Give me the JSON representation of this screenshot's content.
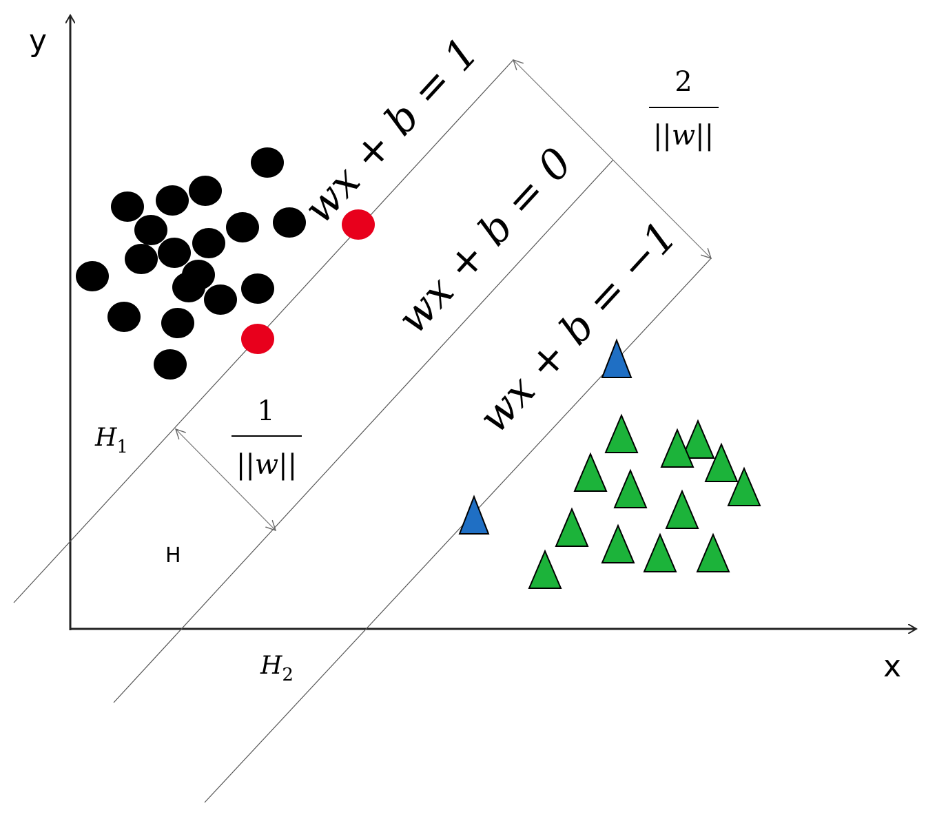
{
  "axes": {
    "x_label": "x",
    "y_label": "y"
  },
  "equations": {
    "upper": "wx + b = 1",
    "middle": "wx + b = 0",
    "lower": "wx + b = −1"
  },
  "margins": {
    "full": {
      "numerator": "2",
      "denominator": "||w||"
    },
    "half": {
      "numerator": "1",
      "denominator": "||w||"
    }
  },
  "labels": {
    "h1_main": "H",
    "h1_sub": "1",
    "h2_main": "H",
    "h2_sub": "2",
    "h": "H"
  },
  "colors": {
    "class_a": "#000000",
    "class_a_support": "#e8001c",
    "class_b": "#1cb33a",
    "class_b_support": "#1f6fc4"
  },
  "marker_shapes": {
    "class_a": "circle",
    "class_b": "triangle"
  }
}
